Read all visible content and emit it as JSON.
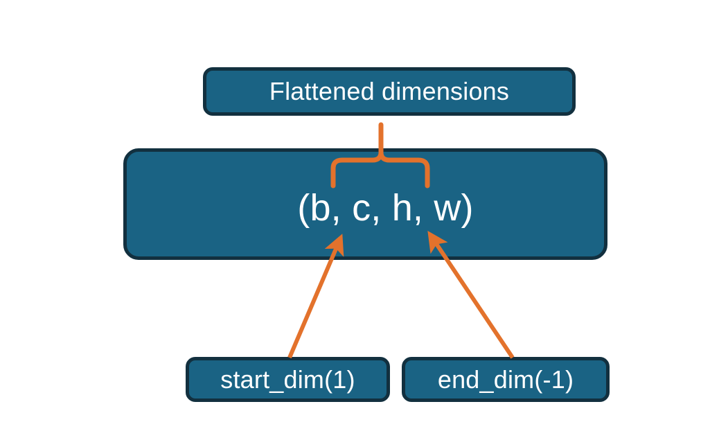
{
  "diagram": {
    "title_node": {
      "label": "Flattened dimensions"
    },
    "shape_node": {
      "label": "(b, c, h, w)"
    },
    "start_node": {
      "label": "start_dim(1)"
    },
    "end_node": {
      "label": "end_dim(-1)"
    },
    "colors": {
      "node_fill": "#1a6384",
      "node_border": "#12303f",
      "node_text": "#ffffff",
      "connector": "#e3722c",
      "background": "#ffffff"
    },
    "annotations": {
      "brace_name": "flattened-range-brace",
      "arrow_start_name": "start-dim-arrow",
      "arrow_end_name": "end-dim-arrow"
    }
  }
}
